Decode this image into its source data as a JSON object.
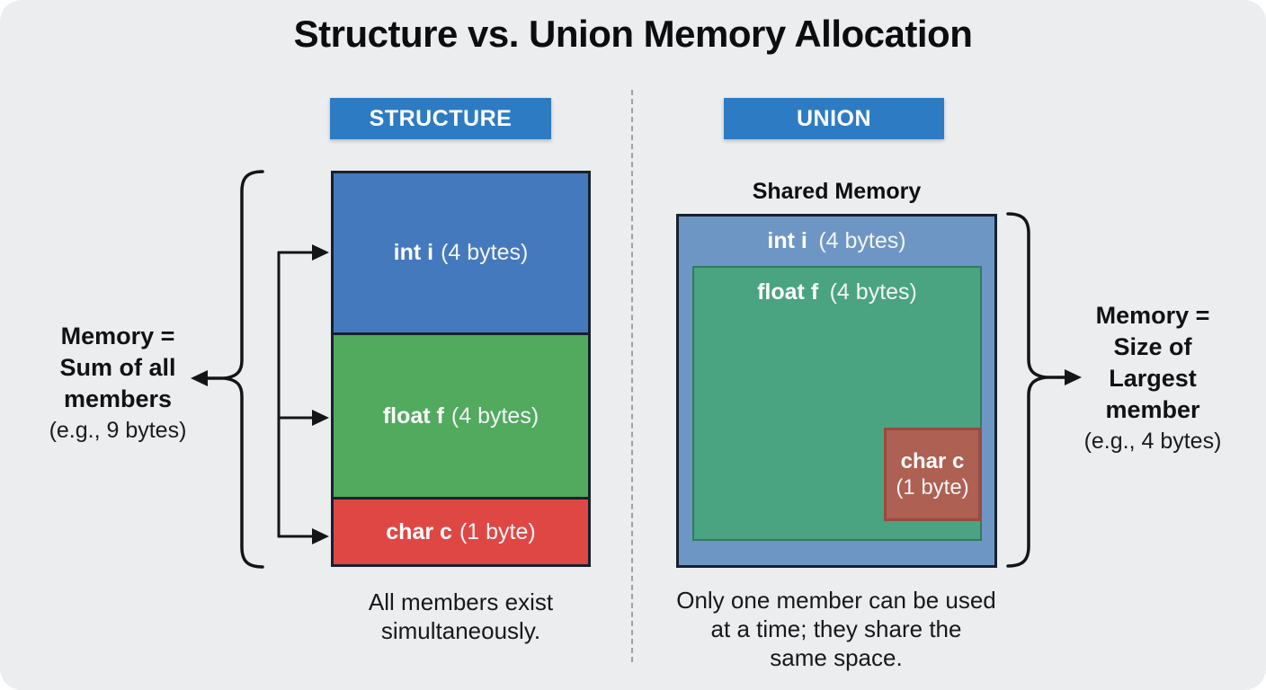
{
  "page": {
    "title": "Structure vs. Union Memory Allocation"
  },
  "colors": {
    "background": "#ecedef",
    "header_blue": "#2d7cc3",
    "structure_int_blue": "#4579be",
    "structure_float_green": "#51aa5e",
    "structure_char_red": "#df4745",
    "union_outer_blue": "#6e96c5",
    "union_float_green": "#4aa381",
    "union_char_red": "#ae6053",
    "block_border": "#17212e"
  },
  "structure": {
    "header": "STRUCTURE",
    "blocks": [
      {
        "name": "int i",
        "size": "(4 bytes)",
        "color": "#4579be"
      },
      {
        "name": "float f",
        "size": "(4 bytes)",
        "color": "#51aa5e"
      },
      {
        "name": "char c",
        "size": "(1 byte)",
        "color": "#df4745"
      }
    ],
    "note_lines": [
      "Memory =",
      "Sum of all",
      "members"
    ],
    "note_detail": "(e.g., 9 bytes)",
    "caption_lines": [
      "All members exist",
      "simultaneously."
    ]
  },
  "union": {
    "header": "UNION",
    "shared_label": "Shared Memory",
    "layers": [
      {
        "name": "int i",
        "size": "(4 bytes)",
        "color": "#6e96c5"
      },
      {
        "name": "float f",
        "size": "(4 bytes)",
        "color": "#4aa381"
      },
      {
        "name": "char c",
        "size": "(1 byte)",
        "color": "#ae6053"
      }
    ],
    "note_lines": [
      "Memory =",
      "Size of",
      "Largest",
      "member"
    ],
    "note_detail": "(e.g., 4 bytes)",
    "caption_lines": [
      "Only one member can be used",
      "at a time; they share the",
      "same space."
    ]
  }
}
